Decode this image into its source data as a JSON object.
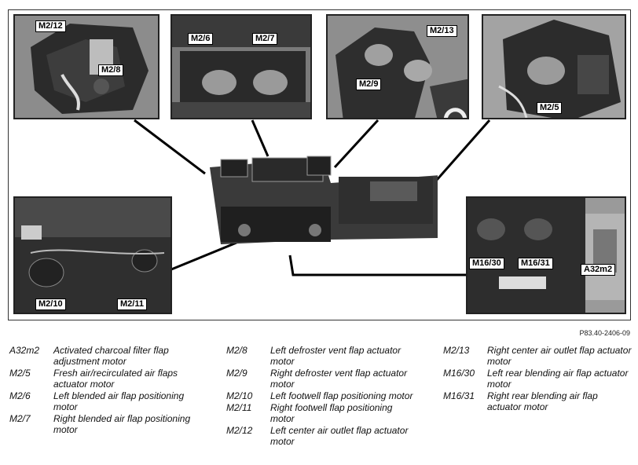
{
  "figure_ref": "P83.40-2406-09",
  "callouts": {
    "m2_12": "M2/12",
    "m2_8": "M2/8",
    "m2_6": "M2/6",
    "m2_7": "M2/7",
    "m2_13": "M2/13",
    "m2_9": "M2/9",
    "m2_5": "M2/5",
    "m2_10": "M2/10",
    "m2_11": "M2/11",
    "m16_30": "M16/30",
    "m16_31": "M16/31",
    "a32m2": "A32m2"
  },
  "legend": [
    [
      {
        "code": "A32m2",
        "desc": "Activated charcoal filter flap adjustment motor"
      },
      {
        "code": "M2/5",
        "desc": "Fresh air/recirculated air flaps actuator motor"
      },
      {
        "code": "M2/6",
        "desc": "Left blended air flap positioning motor"
      },
      {
        "code": "M2/7",
        "desc": "Right blended air flap positioning motor"
      }
    ],
    [
      {
        "code": "M2/8",
        "desc": "Left defroster vent flap actuator motor"
      },
      {
        "code": "M2/9",
        "desc": "Right defroster vent flap actuator motor"
      },
      {
        "code": "M2/10",
        "desc": "Left footwell flap positioning motor"
      },
      {
        "code": "M2/11",
        "desc": "Right footwell flap positioning motor"
      },
      {
        "code": "M2/12",
        "desc": "Left center air outlet flap actuator motor"
      }
    ],
    [
      {
        "code": "M2/13",
        "desc": "Right center air outlet flap actuator motor"
      },
      {
        "code": "M16/30",
        "desc": "Left rear blending air flap actuator motor"
      },
      {
        "code": "M16/31",
        "desc": "Right rear blending air flap actuator motor"
      }
    ]
  ]
}
